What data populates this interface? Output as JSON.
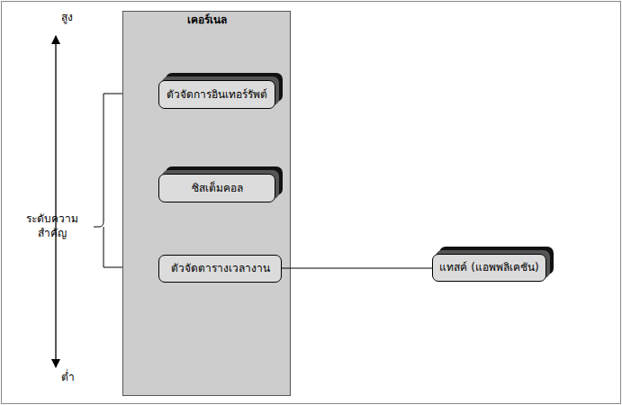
{
  "diagram": {
    "nodes": [
      {
        "text": [
          "เคอร์เนล"
        ]
      },
      {
        "text": [
          "ตัวจัดการอินเทอร์รัพต์"
        ],
        "in": 0
      },
      {
        "text": [
          "ซิสเต็มคอล"
        ],
        "in": 0
      },
      {
        "text": [
          "ตัวจัดตารางเวลางาน"
        ],
        "in": 0
      },
      {
        "text": [
          "แทสค์ (แอพพลิเคชัน)"
        ]
      }
    ],
    "edges": [
      {
        "from": 3,
        "to": 4,
        "arrow": "none"
      }
    ],
    "labels": [
      "สูง",
      "ระดับความ สำคัญ",
      "ต่ำ"
    ]
  }
}
